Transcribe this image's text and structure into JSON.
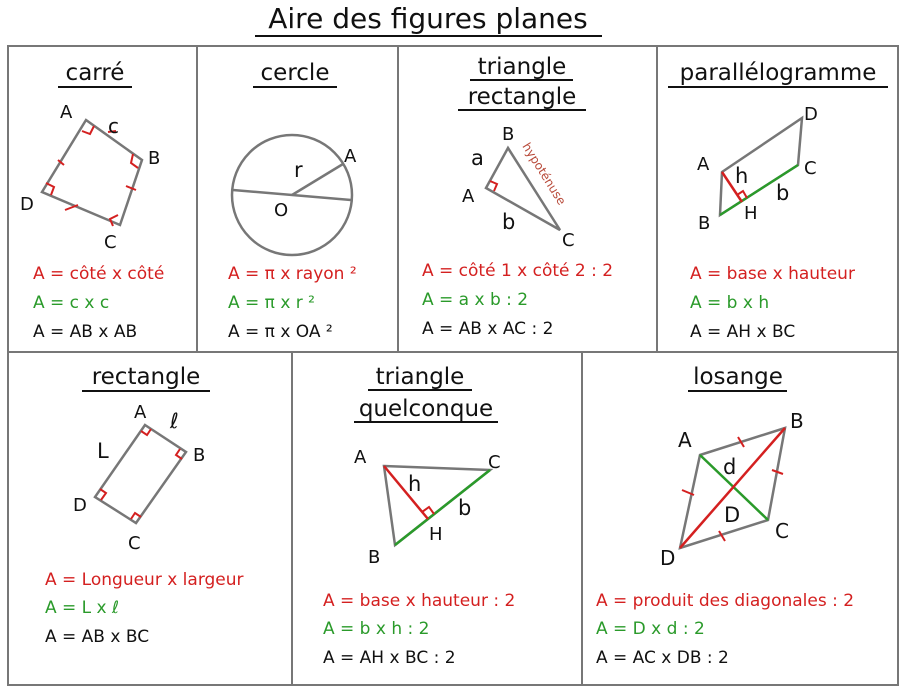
{
  "title": "Aire des figures planes",
  "colors": {
    "red": "#d42020",
    "green": "#2a9a2a",
    "black": "#111111",
    "border": "#777777"
  },
  "cells": {
    "carre": {
      "heading": "carré",
      "labels": {
        "A": "A",
        "B": "B",
        "C": "C",
        "D": "D",
        "c": "c"
      },
      "formulas": [
        "A = côté x côté",
        "A = c x c",
        "A = AB x AB"
      ]
    },
    "cercle": {
      "heading": "cercle",
      "labels": {
        "r": "r",
        "A": "A",
        "O": "O"
      },
      "formulas": [
        "A = π  x rayon ²",
        "A = π x r ²",
        "A = π x OA ²"
      ]
    },
    "triangle_rectangle": {
      "heading_lines": [
        "triangle",
        "rectangle"
      ],
      "labels": {
        "A": "A",
        "B": "B",
        "C": "C",
        "a": "a",
        "b": "b",
        "hyp": "hypoténuse"
      },
      "formulas": [
        "A = côté 1 x côté  2 : 2",
        "A = a x b : 2",
        "A = AB x AC : 2"
      ]
    },
    "parallelogramme": {
      "heading": "parallélogramme",
      "labels": {
        "A": "A",
        "B": "B",
        "C": "C",
        "D": "D",
        "H": "H",
        "h": "h",
        "b": "b"
      },
      "formulas": [
        "A = base x hauteur",
        "A = b x h",
        "A = AH x BC"
      ]
    },
    "rectangle": {
      "heading": "rectangle",
      "labels": {
        "A": "A",
        "B": "B",
        "C": "C",
        "D": "D",
        "L": "L",
        "l": "ℓ"
      },
      "formulas": [
        "A = Longueur x largeur",
        "A = L x ℓ",
        "A = AB x BC"
      ]
    },
    "triangle_quelconque": {
      "heading_lines": [
        "triangle",
        "quelconque"
      ],
      "labels": {
        "A": "A",
        "B": "B",
        "C": "C",
        "H": "H",
        "h": "h",
        "b": "b"
      },
      "formulas": [
        "A = base x hauteur : 2",
        "A = b x h : 2",
        "A = AH x BC : 2"
      ]
    },
    "losange": {
      "heading": "losange",
      "labels": {
        "A": "A",
        "B": "B",
        "C": "C",
        "D": "D",
        "d": "d",
        "Dd": "D"
      },
      "formulas": [
        "A = produit des diagonales : 2",
        "A = D x d : 2",
        "A = AC x DB : 2"
      ]
    }
  }
}
